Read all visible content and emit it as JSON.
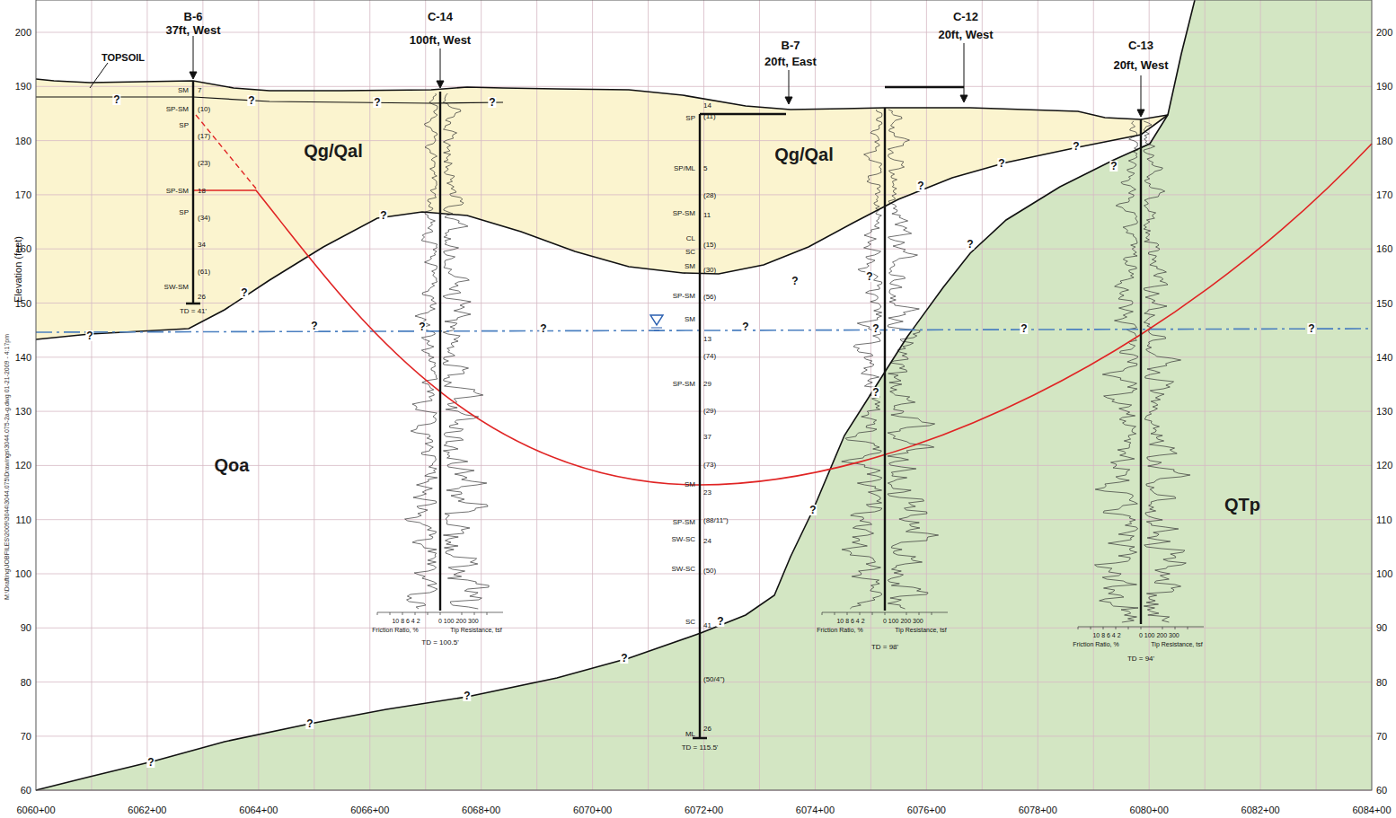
{
  "diagram": {
    "labels": [
      "200",
      "190",
      "180",
      "170",
      "160",
      "150",
      "140",
      "130",
      "120",
      "110",
      "100",
      "90",
      "80",
      "70",
      "60",
      "200",
      "190",
      "180",
      "170",
      "160",
      "150",
      "140",
      "130",
      "120",
      "110",
      "100",
      "90",
      "80",
      "70",
      "60",
      "6060+00",
      "6062+00",
      "6064+00",
      "6066+00",
      "6068+00",
      "6070+00",
      "6072+00",
      "6074+00",
      "6076+00",
      "6078+00",
      "6080+00",
      "6082+00",
      "6084+00",
      "Elevation (feet)",
      "M:\\Drafting\\JOBFILES\\2009\\3044\\3044.075\\Drawings\\3044.075-2a-g.dwg 01-21-2009 - 4:17pm",
      "TOPSOIL",
      "B-6",
      "37ft, West",
      "C-14",
      "100ft, West",
      "B-7",
      "20ft, East",
      "C-12",
      "20ft, West",
      "C-13",
      "20ft, West",
      "Qg/Qal",
      "Qg/Qal",
      "Qoa",
      "QTp",
      "SM",
      "SP-SM",
      "SP",
      "SP-SM",
      "SP",
      "SW-SM",
      "7",
      "(10)",
      "(17)",
      "(23)",
      "18",
      "(34)",
      "34",
      "(61)",
      "26",
      "TD = 41'",
      "SP",
      "SP/ML",
      "SP-SM",
      "CL",
      "SC",
      "SM",
      "SP-SM",
      "SM",
      "SP-SM",
      "SM",
      "SP-SM",
      "SW-SC",
      "SW-SC",
      "SC",
      "ML",
      "14",
      "(11)",
      "5",
      "(28)",
      "11",
      "(15)",
      "(30)",
      "(56)",
      "13",
      "(74)",
      "29",
      "(29)",
      "37",
      "(73)",
      "23",
      "(88/11\")",
      "24",
      "(50)",
      "41",
      "(50/4\")",
      "26",
      "TD = 115.5'",
      "10 8 6 4 2",
      "0 100 200 300",
      "Friction Ratio, %",
      "Tip Resistance, tsf",
      "TD = 100.5'",
      "10 8 6 4 2",
      "0 100 200 300",
      "Friction Ratio, %",
      "Tip Resistance, tsf",
      "TD = 98'",
      "10 8 6 4 2",
      "0 100 200 300",
      "Friction Ratio, %",
      "Tip Resistance, tsf",
      "TD = 94'",
      "?",
      "?",
      "?",
      "?",
      "?",
      "?",
      "?",
      "?",
      "?",
      "?",
      "?",
      "?",
      "?",
      "?",
      "?",
      "?",
      "?",
      "?",
      "?",
      "?",
      "?",
      "?",
      "?",
      "?",
      "?",
      "?",
      "?",
      "?"
    ]
  }
}
